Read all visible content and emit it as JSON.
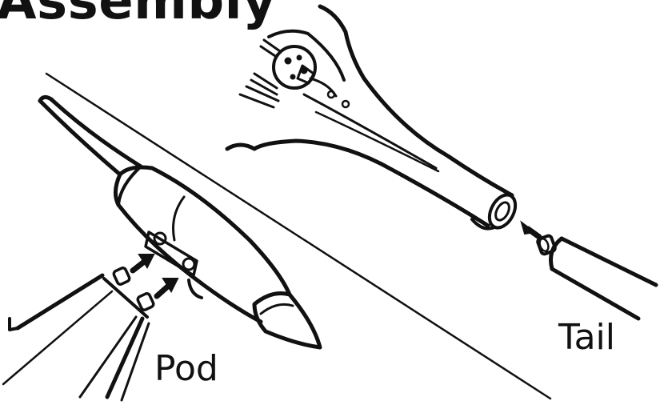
{
  "diagram": {
    "title": "Assembly",
    "labels": {
      "pod": "Pod",
      "tail": "Tail"
    },
    "colors": {
      "ink": "#111111",
      "paper": "#ffffff"
    }
  }
}
